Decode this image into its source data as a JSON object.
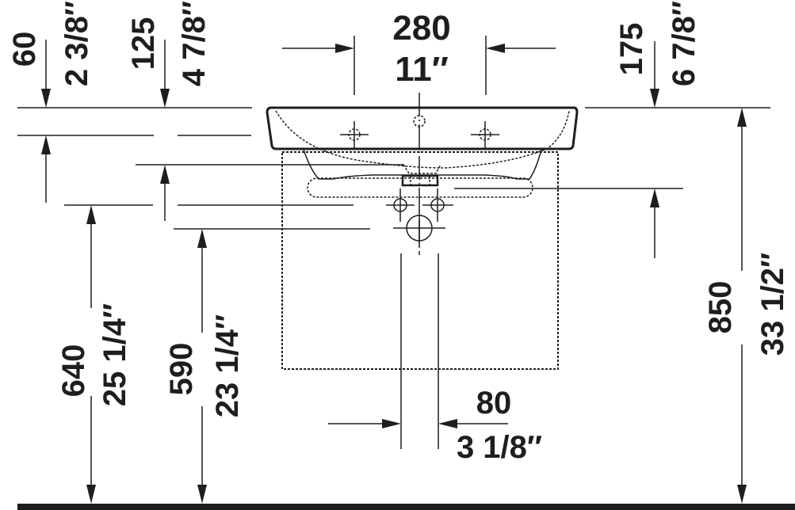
{
  "drawing": {
    "type": "washbasin front elevation with vanity unit",
    "colors": {
      "ink": "#1e1e1e",
      "background": "#ffffff"
    }
  },
  "dimensions": {
    "tap_hole_spacing": {
      "mm": "280",
      "inch": "11″"
    },
    "basin_rim_thickness": {
      "mm": "60",
      "inch": "2 3/8″"
    },
    "rim_to_unit_top": {
      "mm": "125",
      "inch": "4 7/8″"
    },
    "rim_to_waste_outlet": {
      "mm": "175",
      "inch": "6 7/8″"
    },
    "floor_to_supply": {
      "mm": "640",
      "inch": "25 1/4″"
    },
    "floor_to_waste": {
      "mm": "590",
      "inch": "23 1/4″"
    },
    "floor_to_rim": {
      "mm": "850",
      "inch": "33 1/2″"
    },
    "supply_spacing": {
      "mm": "80",
      "inch": "3 1/8″"
    }
  }
}
